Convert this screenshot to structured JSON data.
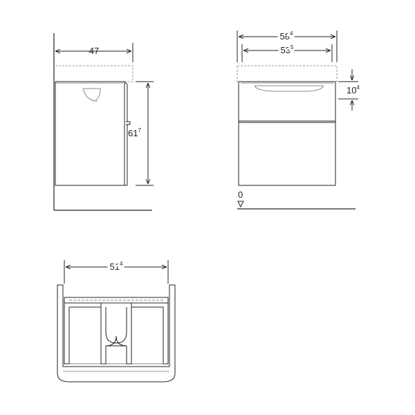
{
  "side_view": {
    "depth_main": "47",
    "height_main": "61",
    "height_sup": "7"
  },
  "front_view": {
    "outer_width_main": "58",
    "outer_width_sup": "4",
    "inner_width_main": "53",
    "inner_width_sup": "5",
    "top_height_main": "10",
    "top_height_sup": "4",
    "floor_level": "0"
  },
  "top_view": {
    "width_main": "51",
    "width_sup": "4"
  },
  "colors": {
    "line": "#222222",
    "light_line": "#888888",
    "dash": "#999999"
  }
}
